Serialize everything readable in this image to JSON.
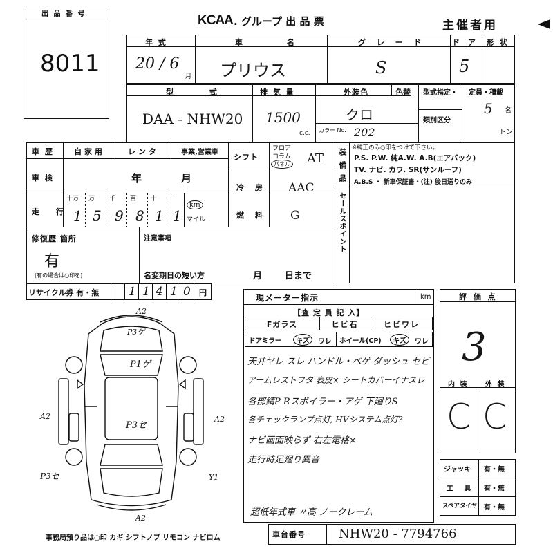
{
  "header": {
    "lot_label": "出 品 番 号",
    "lot_number": "8011",
    "logo": "KCAA",
    "group_title": ". グループ 出 品 票",
    "organizer": "主催者用"
  },
  "row1": {
    "year_label": "年 式",
    "year_value": "20 / 6",
    "year_month_unit": "月",
    "name_label": "車 名",
    "name_value": "プリウス",
    "grade_label": "グ レ ー ド",
    "grade_value": "S",
    "doors_label": "ド ア",
    "doors_value": "5",
    "shape_label": "形 状"
  },
  "row2": {
    "model_label": "型 式",
    "model_value": "DAA - NHW20",
    "displacement_label": "排 気 量",
    "displacement_value": "1500",
    "cc_unit": "c.c.",
    "color_label": "外装色",
    "color_value": "クロ",
    "color_change_label": "色替",
    "color_no_label": "カラー No.",
    "color_no_value": "202",
    "type_spec_label": "型式指定・",
    "class_label": "類別区分",
    "capacity_label": "定員・積載",
    "capacity_value": "5",
    "capacity_unit": "名",
    "ton_unit": "トン"
  },
  "history": {
    "label": "車 歴",
    "private": "自 家 用",
    "rental": "レ ン タ",
    "business": "事業,営業車",
    "inspection_label": "車 検",
    "inspection_year": "年",
    "inspection_month": "月",
    "mileage_label": "走 行",
    "mileage_units": [
      "十万",
      "万",
      "千",
      "百",
      "十",
      "一"
    ],
    "mileage_digits": [
      "1",
      "5",
      "9",
      "8",
      "1",
      "1"
    ],
    "km_label": "km",
    "mile_label": "マイル"
  },
  "shift": {
    "label": "シフト",
    "options": [
      "フロア",
      "コラム",
      "パネル"
    ],
    "value": "AT",
    "ac_label": "冷 房",
    "ac_value": "AAC",
    "fuel_label": "燃 料",
    "fuel_value": "G"
  },
  "equipment": {
    "label": "装 備 品",
    "note": "※純正のみ○印をつけて下さい。",
    "line1": "P.S.  P.W.  純A.W.  A.B(エアバック)",
    "line2": "TV. ナビ. カワ. SR(サンルーフ)",
    "line3": "A.B.S ・ 新車保証書・(注) 後日送りのみ",
    "sales_point_label": "セールスポイント"
  },
  "repair": {
    "label": "修復歴 箇所",
    "value": "有",
    "note": "(有の場合は○印を)"
  },
  "notes": {
    "label": "注意事項",
    "deadline_label": "名変期日の短い方",
    "month": "月",
    "day_until": "日まで"
  },
  "recycle": {
    "label": "リサイクル券 有・無",
    "digits": [
      "1",
      "1",
      "4",
      "1",
      "0"
    ],
    "yen": "円"
  },
  "meter": {
    "label": "現メーター指示",
    "unit": "km"
  },
  "inspector": {
    "header": "【査 定 員 記 入】",
    "fglass": "Fガラス",
    "chip": "ヒビ石",
    "crack": "ヒビワレ",
    "door_mirror": "ドアミラー",
    "scratch": "キズ",
    "broken": "ワレ",
    "wheel": "ホイール(CP)",
    "scratch2": "キズ",
    "broken2": "ワレ",
    "handwritten": [
      "天井ヤレ スレ  ハンドル・ベゲ  ダッシュ セビ",
      "アームレストフタ 表皮×  シートカバーイナスレ",
      "各部錆P  Rスポイラー・アゲ  下廻りS",
      "各チェックランプ点灯, HVシステム点灯?",
      "ナビ画面映らず  右左電格×",
      "走行時足廻り異音",
      "超低年式車  〃高  ノークレーム"
    ]
  },
  "evaluation": {
    "label": "評 価 点",
    "score": "3",
    "interior_label": "内 装",
    "exterior_label": "外 装",
    "interior_value": "C",
    "exterior_value": "C"
  },
  "accessories": {
    "jack": "ジャッキ",
    "tools": "工 具",
    "spare": "スペアタイヤ",
    "presence": "有・無"
  },
  "diagram_marks": {
    "front": "A2",
    "hood": "P3ゲ",
    "roof": "P1ゲ",
    "trunk": "P3セ",
    "left": "A2",
    "right": "A2",
    "rear_left": "P3セ",
    "rear_right": "Y1",
    "rear": "A2"
  },
  "footer": {
    "deposit": "事務局預り品は○印    カギ  シフトノブ  リモコン  ナビロム",
    "chassis_label": "車台番号",
    "chassis_value": "NHW20 - 7794766"
  }
}
